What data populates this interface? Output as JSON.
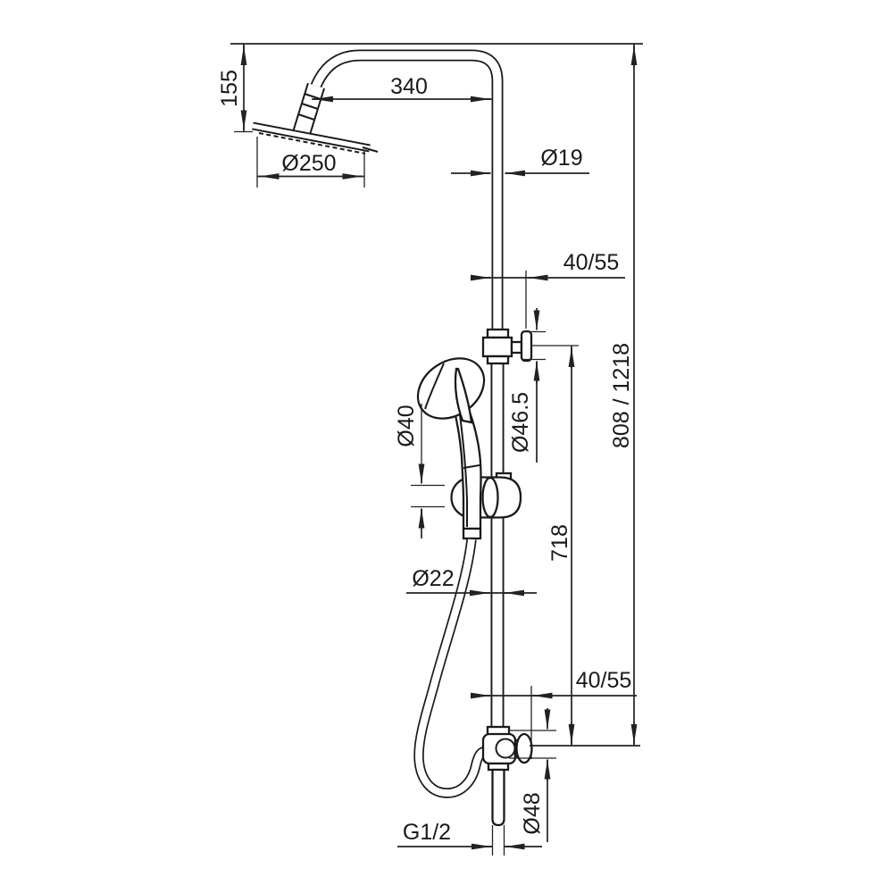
{
  "title": "Shower column technical dimension drawing",
  "drawing": {
    "background": "#ffffff",
    "line_color": "#1a1a1a",
    "components": [
      "overhead rain shower head",
      "shower arm",
      "riser pipe",
      "upper wall bracket with knob",
      "hand shower in slider holder",
      "shower hose",
      "diverter valve with knob",
      "outlet spout"
    ]
  },
  "dims": {
    "head_drop": {
      "text": "155",
      "orientation": "vertical",
      "measures": "drop from riser top to rain head"
    },
    "arm_reach": {
      "text": "340",
      "orientation": "horizontal",
      "measures": "shower arm reach"
    },
    "head_diameter": {
      "text": "Ø250",
      "orientation": "horizontal",
      "measures": "rain head diameter"
    },
    "riser_diameter": {
      "text": "Ø19",
      "orientation": "horizontal",
      "measures": "upper riser pipe diameter"
    },
    "upper_bracket_offset": {
      "text": "40/55",
      "orientation": "horizontal",
      "measures": "upper bracket wall offset"
    },
    "upper_bracket_diameter": {
      "text": "Ø46.5",
      "orientation": "vertical",
      "measures": "upper bracket escutcheon diameter"
    },
    "total_height": {
      "text": "808 / 1218",
      "orientation": "vertical",
      "measures": "overall height"
    },
    "rail_length": {
      "text": "718",
      "orientation": "vertical",
      "measures": "bracket to valve distance"
    },
    "grip_diameter": {
      "text": "Ø40",
      "orientation": "vertical",
      "measures": "hand shower grip diameter"
    },
    "lower_pipe_diameter": {
      "text": "Ø22",
      "orientation": "horizontal",
      "measures": "lower riser pipe diameter"
    },
    "lower_bracket_offset": {
      "text": "40/55",
      "orientation": "horizontal",
      "measures": "valve wall offset"
    },
    "valve_knob_diameter": {
      "text": "Ø48",
      "orientation": "vertical",
      "measures": "diverter knob diameter"
    },
    "inlet_thread": {
      "text": "G1/2",
      "orientation": "horizontal",
      "measures": "inlet connection thread"
    }
  }
}
